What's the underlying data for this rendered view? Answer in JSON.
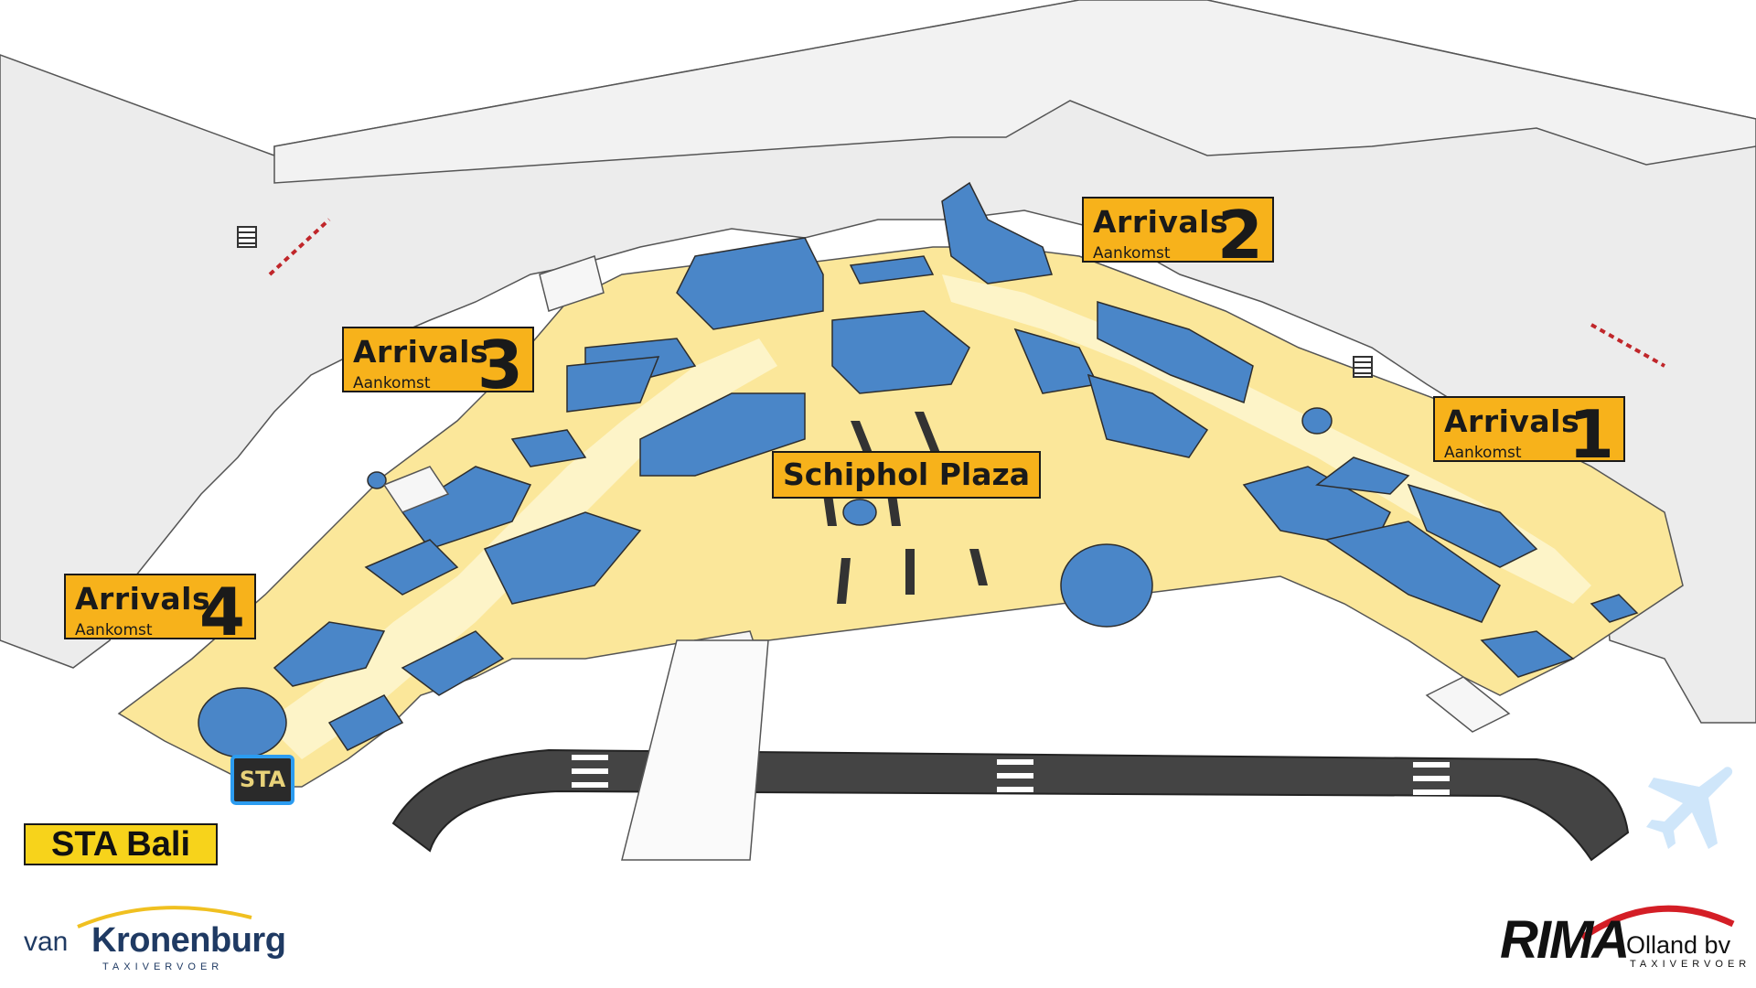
{
  "arrivals": [
    {
      "title": "Arrivals",
      "subtitle": "Aankomst",
      "number": "1"
    },
    {
      "title": "Arrivals",
      "subtitle": "Aankomst",
      "number": "2"
    },
    {
      "title": "Arrivals",
      "subtitle": "Aankomst",
      "number": "3"
    },
    {
      "title": "Arrivals",
      "subtitle": "Aankomst",
      "number": "4"
    }
  ],
  "plaza_label": "Schiphol Plaza",
  "sta_marker": "STA",
  "sta_label": "STA Bali",
  "logos": {
    "left": {
      "prefix": "van",
      "name": "Kronenburg",
      "tagline": "TAXIVERVOER"
    },
    "right": {
      "name": "RIMA",
      "suffix": "Olland bv",
      "tagline": "TAXIVERVOER"
    }
  },
  "colors": {
    "sign": "#f7b21b",
    "floor": "#fbe79a",
    "building": "#4a86c8",
    "road": "#444444",
    "marker_border": "#2c9cf0"
  },
  "icons": [
    "airplane-icon",
    "stairs-icon"
  ]
}
